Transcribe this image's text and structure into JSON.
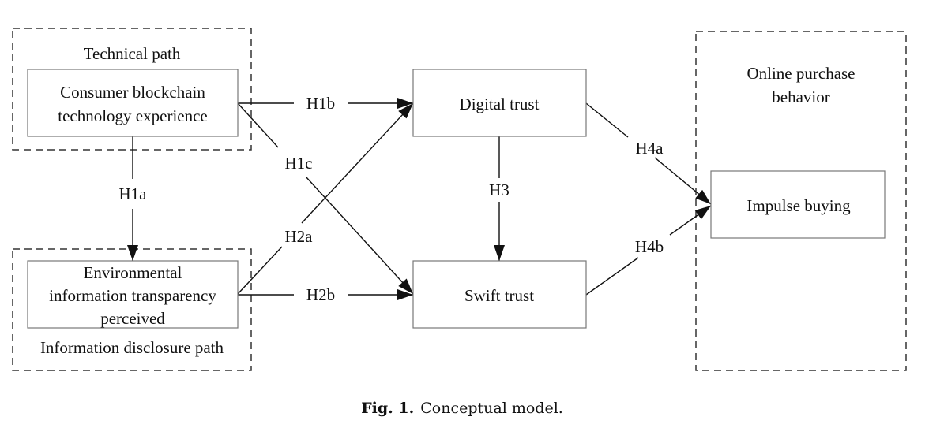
{
  "groups": {
    "technical": {
      "label": "Technical path"
    },
    "disclosure": {
      "label": "Information disclosure path"
    },
    "purchase": {
      "label_lines": [
        "Online purchase",
        "behavior"
      ]
    }
  },
  "constructs": {
    "consumer": {
      "lines": [
        "Consumer blockchain",
        "technology experience"
      ]
    },
    "environmental": {
      "lines": [
        "Environmental",
        "information transparency",
        "perceived"
      ]
    },
    "digital_trust": {
      "lines": [
        "Digital trust"
      ]
    },
    "swift_trust": {
      "lines": [
        "Swift trust"
      ]
    },
    "impulse": {
      "lines": [
        "Impulse buying"
      ]
    }
  },
  "hypotheses": [
    {
      "id": "H1a",
      "from": "consumer",
      "to": "environmental"
    },
    {
      "id": "H1b",
      "from": "consumer",
      "to": "digital_trust"
    },
    {
      "id": "H1c",
      "from": "consumer",
      "to": "swift_trust"
    },
    {
      "id": "H2a",
      "from": "environmental",
      "to": "digital_trust"
    },
    {
      "id": "H2b",
      "from": "environmental",
      "to": "swift_trust"
    },
    {
      "id": "H3",
      "from": "digital_trust",
      "to": "swift_trust"
    },
    {
      "id": "H4a",
      "from": "digital_trust",
      "to": "impulse"
    },
    {
      "id": "H4b",
      "from": "swift_trust",
      "to": "impulse"
    }
  ],
  "caption": {
    "prefix": "Fig. 1.",
    "text": "Conceptual model."
  }
}
